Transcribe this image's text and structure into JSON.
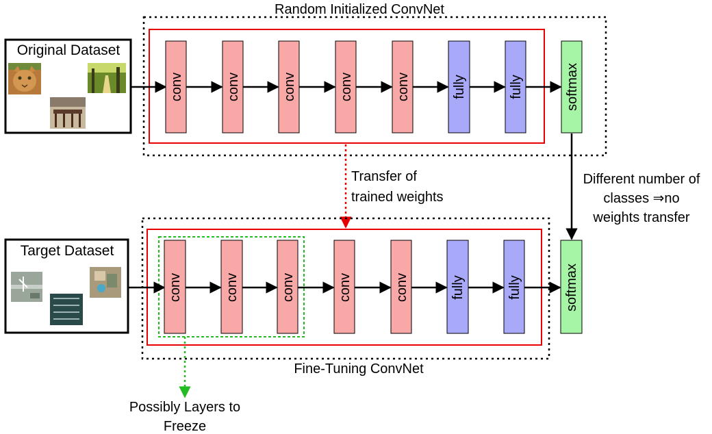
{
  "top": {
    "title": "Random Initialized ConvNet",
    "dataset_title": "Original Dataset",
    "dataset_images": [
      "cat photo",
      "forest photo",
      "dining room photo"
    ],
    "layers": [
      "conv",
      "conv",
      "conv",
      "conv",
      "conv",
      "fully",
      "fully"
    ],
    "output": "softmax"
  },
  "bottom": {
    "title": "Fine-Tuning ConvNet",
    "dataset_title": "Target Dataset",
    "dataset_images": [
      "aerial airport photo",
      "aerial harbor photo",
      "aerial building photo"
    ],
    "layers": [
      "conv",
      "conv",
      "conv",
      "conv",
      "conv",
      "fully",
      "fully"
    ],
    "output": "softmax"
  },
  "transfer_label": [
    "Transfer of",
    "trained weights"
  ],
  "no_transfer_label": [
    "Different number of",
    "classes ⇒no",
    "weights transfer"
  ],
  "freeze_label": [
    "Possibly Layers to",
    "Freeze"
  ],
  "colors": {
    "conv": "#f9a8a8",
    "fully": "#a9a9f9",
    "softmax": "#a6f5a6",
    "transfer_red": "#e60000",
    "freeze_green": "#22bb22"
  }
}
